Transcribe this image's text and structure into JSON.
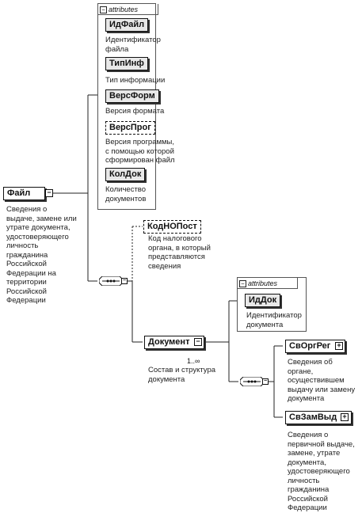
{
  "attributes_label": "attributes",
  "root": {
    "name": "Файл",
    "description": "Сведения о\nвыдаче, замене или\nутрате документа,\nудостоверяющего\nличность\nгражданина\nРоссийской\nФедерации на\nтерритории\nРоссийской\nФедерации"
  },
  "root_attributes": [
    {
      "name": "ИдФайл",
      "description": "Идентификатор\nфайла"
    },
    {
      "name": "ТипИнф",
      "description": "Тип информации"
    },
    {
      "name": "ВерсФорм",
      "description": "Версия формата"
    },
    {
      "name": "ВерсПрог",
      "description": "Версия программы,\nс помощью которой\nсформирован файл"
    },
    {
      "name": "КолДок",
      "description": "Количество\nдокументов"
    }
  ],
  "kodnopost": {
    "name": "КодНОПост",
    "description": "Код налогового\nоргана, в который\nпредставляются\nсведения"
  },
  "dokument": {
    "name": "Документ",
    "cardinality": "1..∞",
    "description": "Состав и структура\nдокумента"
  },
  "dokument_attributes": [
    {
      "name": "ИдДок",
      "description": "Идентификатор\nдокумента"
    }
  ],
  "svorgreg": {
    "name": "СвОргРег",
    "description": "Сведения об\nоргане,\nосуществившем\nвыдачу или замену\nдокумента"
  },
  "svzamvyd": {
    "name": "СвЗамВыд",
    "description": "Сведения о\nпервичной выдаче,\nзамене, утрате\nдокумента,\nудостоверяющего\nличность\nгражданина\nРоссийской\nФедерации"
  }
}
